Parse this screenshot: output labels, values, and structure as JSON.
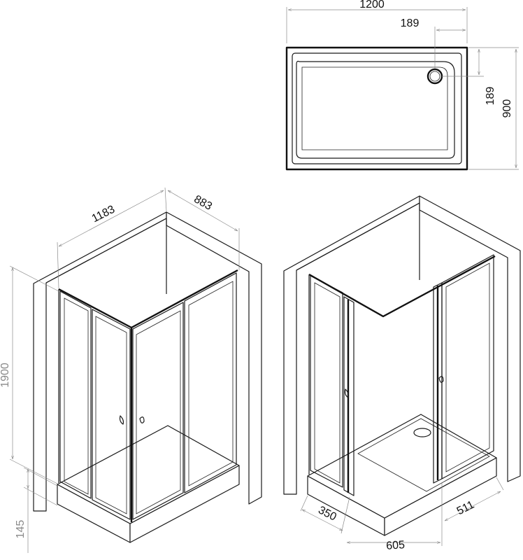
{
  "tray_plan": {
    "width_label": "1200",
    "drain_offset_x_label": "189",
    "drain_offset_y_label": "189",
    "depth_label": "900"
  },
  "enclosure_closed": {
    "length_label": "1183",
    "depth_label": "883",
    "height_label": "1900",
    "base_height_label": "145"
  },
  "enclosure_open": {
    "side_opening_label": "350",
    "front_width_label": "605",
    "front_opening_label": "511"
  },
  "colors": {
    "line": "#1a1a1a",
    "dimension_line": "#8a8a8a",
    "background": "#ffffff"
  }
}
